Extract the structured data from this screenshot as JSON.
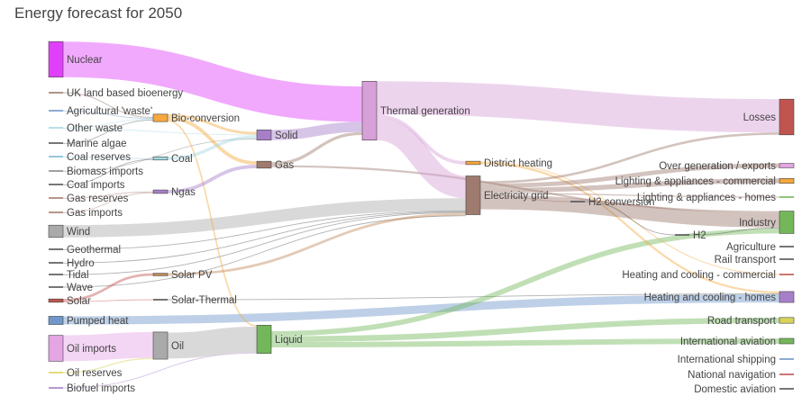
{
  "chart_data": {
    "type": "sankey",
    "title": "Energy forecast for 2050",
    "nodes": [
      {
        "name": "Nuclear",
        "color": "#e040fb"
      },
      {
        "name": "UK land based bioenergy",
        "color": "#9e7b6e"
      },
      {
        "name": "Agricultural 'waste'",
        "color": "#6f97c9"
      },
      {
        "name": "Other waste",
        "color": "#a5d8e3"
      },
      {
        "name": "Marine algae",
        "color": "#555555"
      },
      {
        "name": "Coal reserves",
        "color": "#7cb8d6"
      },
      {
        "name": "Biomass imports",
        "color": "#888888"
      },
      {
        "name": "Coal imports",
        "color": "#555555"
      },
      {
        "name": "Gas reserves",
        "color": "#a67a6e"
      },
      {
        "name": "Gas imports",
        "color": "#a67a6e"
      },
      {
        "name": "Wind",
        "color": "#aaaaaa"
      },
      {
        "name": "Geothermal",
        "color": "#555555"
      },
      {
        "name": "Hydro",
        "color": "#555555"
      },
      {
        "name": "Tidal",
        "color": "#555555"
      },
      {
        "name": "Wave",
        "color": "#555555"
      },
      {
        "name": "Solar",
        "color": "#c0554f"
      },
      {
        "name": "Pumped heat",
        "color": "#6f97c9"
      },
      {
        "name": "Oil imports",
        "color": "#e4a5e4"
      },
      {
        "name": "Oil reserves",
        "color": "#d8d35a"
      },
      {
        "name": "Biofuel imports",
        "color": "#a77fc9"
      },
      {
        "name": "Bio-conversion",
        "color": "#f5a83c"
      },
      {
        "name": "Coal",
        "color": "#a5d8e3"
      },
      {
        "name": "Ngas",
        "color": "#a77fc9"
      },
      {
        "name": "Solar PV",
        "color": "#c08a5a"
      },
      {
        "name": "Solar-Thermal",
        "color": "#555555"
      },
      {
        "name": "Oil",
        "color": "#aaaaaa"
      },
      {
        "name": "Solid",
        "color": "#a77fc9"
      },
      {
        "name": "Gas",
        "color": "#9e7b6e"
      },
      {
        "name": "Liquid",
        "color": "#73b75a"
      },
      {
        "name": "Thermal generation",
        "color": "#d8a0d8"
      },
      {
        "name": "District heating",
        "color": "#f5a83c"
      },
      {
        "name": "Electricity grid",
        "color": "#9e7b6e"
      },
      {
        "name": "H2 conversion",
        "color": "#555555"
      },
      {
        "name": "H2",
        "color": "#555555"
      },
      {
        "name": "Losses",
        "color": "#c0554f"
      },
      {
        "name": "Over generation / exports",
        "color": "#e4a5e4"
      },
      {
        "name": "Lighting & appliances - commercial",
        "color": "#f5a83c"
      },
      {
        "name": "Lighting & appliances - homes",
        "color": "#73b75a"
      },
      {
        "name": "Industry",
        "color": "#73b75a"
      },
      {
        "name": "Agriculture",
        "color": "#555555"
      },
      {
        "name": "Rail transport",
        "color": "#555555"
      },
      {
        "name": "Heating and cooling - commercial",
        "color": "#c0554f"
      },
      {
        "name": "Heating and cooling - homes",
        "color": "#a77fc9"
      },
      {
        "name": "Road transport",
        "color": "#d8d35a"
      },
      {
        "name": "International aviation",
        "color": "#73b75a"
      },
      {
        "name": "International shipping",
        "color": "#6f97c9"
      },
      {
        "name": "National navigation",
        "color": "#c0554f"
      },
      {
        "name": "Domestic aviation",
        "color": "#555555"
      }
    ],
    "links": [
      {
        "source": 0,
        "target": 29,
        "value": 839
      },
      {
        "source": 1,
        "target": 20,
        "value": 25
      },
      {
        "source": 2,
        "target": 20,
        "value": 12
      },
      {
        "source": 3,
        "target": 20,
        "value": 9
      },
      {
        "source": 3,
        "target": 26,
        "value": 4
      },
      {
        "source": 4,
        "target": 20,
        "value": 2
      },
      {
        "source": 5,
        "target": 21,
        "value": 6
      },
      {
        "source": 6,
        "target": 26,
        "value": 3
      },
      {
        "source": 7,
        "target": 21,
        "value": 1
      },
      {
        "source": 8,
        "target": 22,
        "value": 5
      },
      {
        "source": 9,
        "target": 22,
        "value": 3
      },
      {
        "source": 10,
        "target": 31,
        "value": 289
      },
      {
        "source": 11,
        "target": 31,
        "value": 7
      },
      {
        "source": 12,
        "target": 31,
        "value": 6
      },
      {
        "source": 13,
        "target": 31,
        "value": 9
      },
      {
        "source": 14,
        "target": 31,
        "value": 19
      },
      {
        "source": 15,
        "target": 23,
        "value": 59
      },
      {
        "source": 15,
        "target": 24,
        "value": 19
      },
      {
        "source": 16,
        "target": 42,
        "value": 193
      },
      {
        "source": 17,
        "target": 25,
        "value": 611
      },
      {
        "source": 18,
        "target": 25,
        "value": 30
      },
      {
        "source": 19,
        "target": 28,
        "value": 19
      },
      {
        "source": 20,
        "target": 26,
        "value": 60
      },
      {
        "source": 20,
        "target": 27,
        "value": 81
      },
      {
        "source": 20,
        "target": 28,
        "value": 35
      },
      {
        "source": 21,
        "target": 26,
        "value": 76
      },
      {
        "source": 22,
        "target": 27,
        "value": 82
      },
      {
        "source": 23,
        "target": 31,
        "value": 59
      },
      {
        "source": 24,
        "target": 42,
        "value": 19
      },
      {
        "source": 25,
        "target": 28,
        "value": 611
      },
      {
        "source": 26,
        "target": 29,
        "value": 240
      },
      {
        "source": 27,
        "target": 29,
        "value": 70
      },
      {
        "source": 27,
        "target": 38,
        "value": 46
      },
      {
        "source": 28,
        "target": 44,
        "value": 128
      },
      {
        "source": 28,
        "target": 43,
        "value": 135
      },
      {
        "source": 28,
        "target": 38,
        "value": 121
      },
      {
        "source": 29,
        "target": 31,
        "value": 526
      },
      {
        "source": 29,
        "target": 34,
        "value": 787
      },
      {
        "source": 29,
        "target": 30,
        "value": 79
      },
      {
        "source": 30,
        "target": 41,
        "value": 22
      },
      {
        "source": 30,
        "target": 42,
        "value": 46
      },
      {
        "source": 31,
        "target": 35,
        "value": 104
      },
      {
        "source": 31,
        "target": 36,
        "value": 113
      },
      {
        "source": 31,
        "target": 37,
        "value": 27
      },
      {
        "source": 31,
        "target": 38,
        "value": 342
      },
      {
        "source": 31,
        "target": 34,
        "value": 56
      },
      {
        "source": 31,
        "target": 32,
        "value": 20
      },
      {
        "source": 32,
        "target": 33,
        "value": 20
      },
      {
        "source": 33,
        "target": 38,
        "value": 20
      }
    ]
  }
}
